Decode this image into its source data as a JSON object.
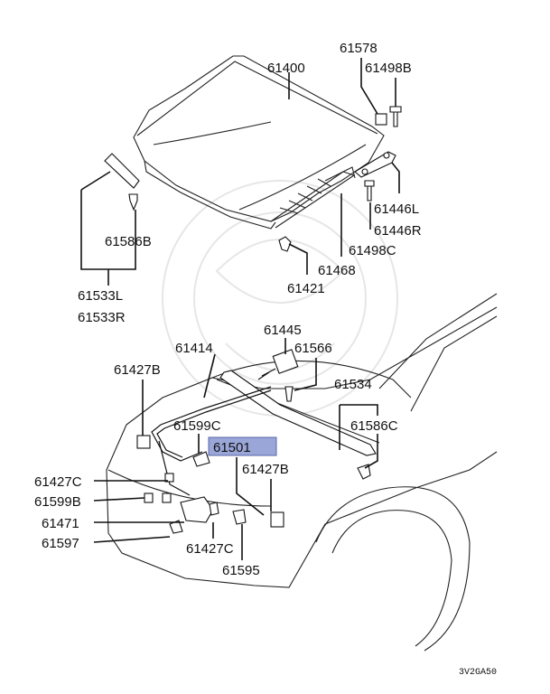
{
  "labels": {
    "p61578": "61578",
    "p61498B": "61498B",
    "p61400": "61400",
    "p61446L": "61446L",
    "p61446R": "61446R",
    "p61498C": "61498C",
    "p61468": "61468",
    "p61586B": "61586B",
    "p61533L": "61533L",
    "p61533R": "61533R",
    "p61421": "61421",
    "p61445": "61445",
    "p61414": "61414",
    "p61566": "61566",
    "p61427B_a": "61427B",
    "p61534": "61534",
    "p61599C": "61599C",
    "p61586C": "61586C",
    "p61501": "61501",
    "p61427B_b": "61427B",
    "p61427C_a": "61427C",
    "p61599B": "61599B",
    "p61471": "61471",
    "p61597": "61597",
    "p61427C_b": "61427C",
    "p61595": "61595"
  },
  "diagram_code": "3V2GA50",
  "highlight_color": "#9aa6d8"
}
